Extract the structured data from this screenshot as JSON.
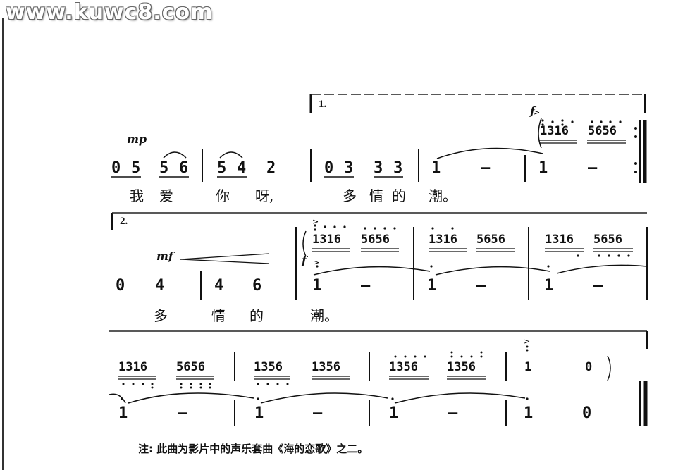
{
  "watermark": "www.kuwc8.com",
  "row1": {
    "volta_label": "1.",
    "dynamic": "mp",
    "upper_dynamic": "f",
    "notes": [
      "0",
      "5",
      "5",
      "6",
      "5",
      "4",
      "2",
      "0",
      "3",
      "3",
      "3",
      "1",
      "–",
      "1",
      "–"
    ],
    "lyrics": [
      "我",
      "爱",
      "你",
      "呀,",
      "多",
      "情",
      "的",
      "潮。"
    ],
    "upper_groups": [
      "1316",
      "5656"
    ]
  },
  "row2": {
    "volta_label": "2.",
    "dynamic": "mf",
    "upper_dynamic": "f",
    "notes": [
      "0",
      "4",
      "4",
      "6",
      "1",
      "–",
      "1",
      "–",
      "1",
      "–"
    ],
    "lyrics": [
      "多",
      "情",
      "的",
      "潮。"
    ],
    "upper_groups": [
      "1316",
      "5656",
      "1316",
      "5656",
      "1316",
      "5656"
    ]
  },
  "row3": {
    "upper_groups": [
      "1316",
      "5656",
      "1356",
      "1356",
      "1356",
      "1356",
      "1",
      "0"
    ],
    "notes": [
      "1",
      "–",
      "1",
      "–",
      "1",
      "–",
      "1",
      "0"
    ]
  },
  "footnote": "注: 此曲为影片中的声乐套曲《海的恋歌》之二。"
}
